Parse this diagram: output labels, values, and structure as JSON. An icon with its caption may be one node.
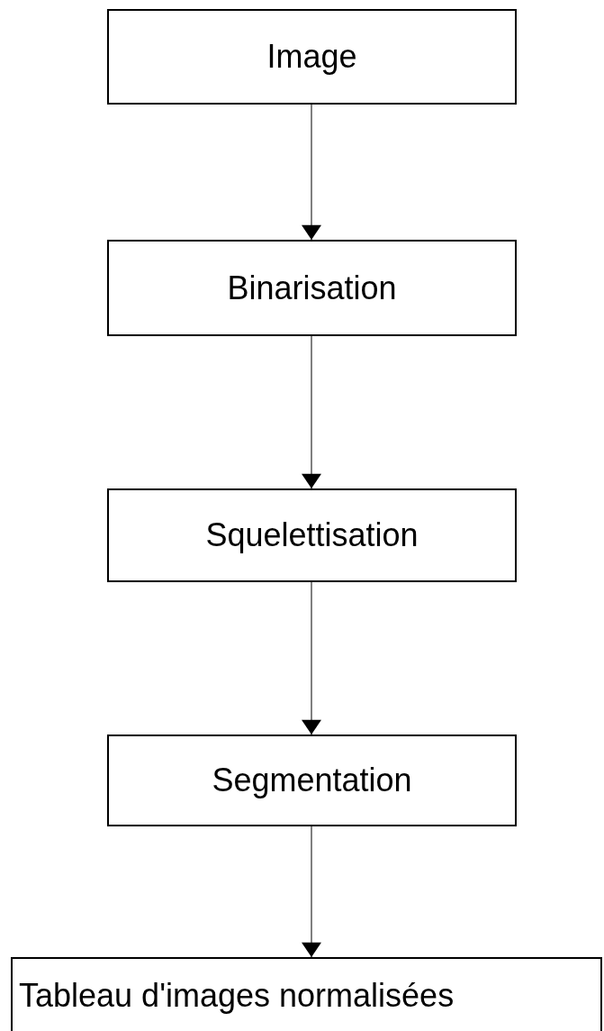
{
  "diagram": {
    "nodes": [
      {
        "text": [
          "Image"
        ]
      },
      {
        "text": [
          "Binarisation"
        ]
      },
      {
        "text": [
          "Squelettisation"
        ]
      },
      {
        "text": [
          "Segmentation"
        ]
      },
      {
        "text": [
          "Tableau d'images normalisées"
        ]
      }
    ],
    "edges": [
      {
        "from": 0,
        "to": 1,
        "arrow": "to"
      },
      {
        "from": 1,
        "to": 2,
        "arrow": "to"
      },
      {
        "from": 2,
        "to": 3,
        "arrow": "to"
      },
      {
        "from": 3,
        "to": 4,
        "arrow": "to"
      }
    ]
  }
}
